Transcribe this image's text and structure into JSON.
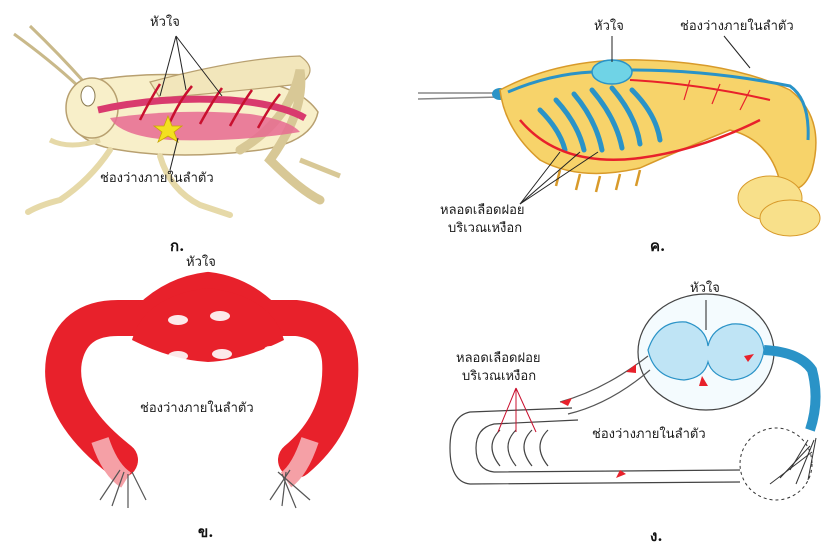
{
  "panels": [
    {
      "caption": "ก.",
      "heart_label": "หัวใจ",
      "cavity_label": "ช่องว่างภายในลำตัว"
    },
    {
      "caption": "ค.",
      "heart_label": "หัวใจ",
      "cavity_label": "ช่องว่างภายในลำตัว",
      "gill_label_line1": "หลอดเลือดฝอย",
      "gill_label_line2": "บริเวณเหงือก"
    },
    {
      "caption": "ข.",
      "heart_label": "หัวใจ",
      "cavity_label": "ช่องว่างภายในลำตัว"
    },
    {
      "caption": "ง.",
      "heart_label": "หัวใจ",
      "cavity_label": "ช่องว่างภายในลำตัว",
      "gill_label_line1": "หลอดเลือดฝอย",
      "gill_label_line2": "บริเวณเหงือก"
    }
  ],
  "colors": {
    "blood_red": "#e8212b",
    "body_yellow": "#f7d36a",
    "body_cream": "#f8efc9",
    "heart_pink": "#d93a6e",
    "gill_blue": "#2a93c7",
    "light_blue": "#a8d8ef"
  }
}
